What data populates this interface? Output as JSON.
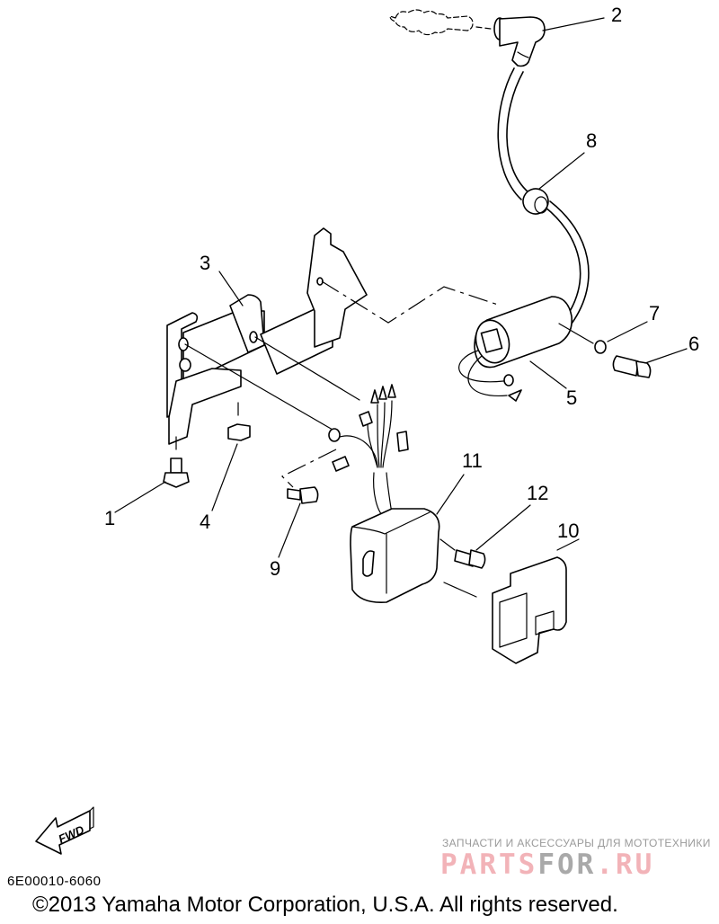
{
  "diagram": {
    "type": "exploded-parts-diagram",
    "subject": "Outboard ignition electrical assembly",
    "callouts": [
      {
        "id": "1",
        "label": "1"
      },
      {
        "id": "2",
        "label": "2"
      },
      {
        "id": "3",
        "label": "3"
      },
      {
        "id": "4",
        "label": "4"
      },
      {
        "id": "5",
        "label": "5"
      },
      {
        "id": "6",
        "label": "6"
      },
      {
        "id": "7",
        "label": "7"
      },
      {
        "id": "8",
        "label": "8"
      },
      {
        "id": "9",
        "label": "9"
      },
      {
        "id": "10",
        "label": "10"
      },
      {
        "id": "11",
        "label": "11"
      },
      {
        "id": "12",
        "label": "12"
      }
    ],
    "direction_arrow": {
      "label": "FWD"
    },
    "drawing_code": "6E00010-6060"
  },
  "footer": {
    "copyright": "©2013 Yamaha Motor Corporation, U.S.A. All rights reserved."
  },
  "watermark": {
    "tagline": "ЗАПЧАСТИ И АКСЕССУАРЫ ДЛЯ МОТОТЕХНИКИ",
    "brand_part1": "PARTS",
    "brand_part2": "FOR",
    "brand_part3": ".RU",
    "colors": {
      "pink": "#f2b3b8",
      "gray": "#a9a9a9"
    }
  }
}
